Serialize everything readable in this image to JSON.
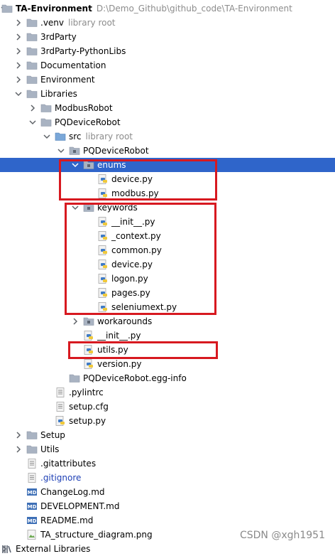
{
  "tree": [
    {
      "label": "TA-Environment",
      "hint": "D:\\Demo_Github\\github_code\\TA-Environment",
      "depth": 0,
      "icon": "folder-icon",
      "arrow": "down",
      "bold": true
    },
    {
      "label": ".venv",
      "hint": "library root",
      "depth": 1,
      "icon": "folder-icon",
      "arrow": "right"
    },
    {
      "label": "3rdParty",
      "depth": 1,
      "icon": "folder-icon",
      "arrow": "right"
    },
    {
      "label": "3rdParty-PythonLibs",
      "depth": 1,
      "icon": "folder-icon",
      "arrow": "right"
    },
    {
      "label": "Documentation",
      "depth": 1,
      "icon": "folder-icon",
      "arrow": "right"
    },
    {
      "label": "Environment",
      "depth": 1,
      "icon": "folder-icon",
      "arrow": "right"
    },
    {
      "label": "Libraries",
      "depth": 1,
      "icon": "folder-icon",
      "arrow": "down"
    },
    {
      "label": "ModbusRobot",
      "depth": 2,
      "icon": "folder-icon",
      "arrow": "right"
    },
    {
      "label": "PQDeviceRobot",
      "depth": 2,
      "icon": "folder-icon",
      "arrow": "down"
    },
    {
      "label": "src",
      "hint": "library root",
      "depth": 3,
      "icon": "source-folder-icon",
      "arrow": "down"
    },
    {
      "label": "PQDeviceRobot",
      "depth": 4,
      "icon": "package-icon",
      "arrow": "down"
    },
    {
      "label": "enums",
      "depth": 5,
      "icon": "package-icon",
      "arrow": "down",
      "selected": true
    },
    {
      "label": "device.py",
      "depth": 6,
      "icon": "python-file-icon"
    },
    {
      "label": "modbus.py",
      "depth": 6,
      "icon": "python-file-icon"
    },
    {
      "label": "keywords",
      "depth": 5,
      "icon": "package-icon",
      "arrow": "down"
    },
    {
      "label": "__init__.py",
      "depth": 6,
      "icon": "python-file-icon"
    },
    {
      "label": "_context.py",
      "depth": 6,
      "icon": "python-file-icon"
    },
    {
      "label": "common.py",
      "depth": 6,
      "icon": "python-file-icon"
    },
    {
      "label": "device.py",
      "depth": 6,
      "icon": "python-file-icon"
    },
    {
      "label": "logon.py",
      "depth": 6,
      "icon": "python-file-icon"
    },
    {
      "label": "pages.py",
      "depth": 6,
      "icon": "python-file-icon"
    },
    {
      "label": "seleniumext.py",
      "depth": 6,
      "icon": "python-file-icon"
    },
    {
      "label": "workarounds",
      "depth": 5,
      "icon": "package-icon",
      "arrow": "right"
    },
    {
      "label": "__init__.py",
      "depth": 5,
      "icon": "python-file-icon"
    },
    {
      "label": "utils.py",
      "depth": 5,
      "icon": "python-file-icon"
    },
    {
      "label": "version.py",
      "depth": 5,
      "icon": "python-file-icon"
    },
    {
      "label": "PQDeviceRobot.egg-info",
      "depth": 4,
      "icon": "folder-icon"
    },
    {
      "label": ".pylintrc",
      "depth": 3,
      "icon": "text-file-icon"
    },
    {
      "label": "setup.cfg",
      "depth": 3,
      "icon": "text-file-icon"
    },
    {
      "label": "setup.py",
      "depth": 3,
      "icon": "python-file-icon"
    },
    {
      "label": "Setup",
      "depth": 1,
      "icon": "folder-icon",
      "arrow": "right"
    },
    {
      "label": "Utils",
      "depth": 1,
      "icon": "folder-icon",
      "arrow": "right"
    },
    {
      "label": ".gitattributes",
      "depth": 1,
      "icon": "text-file-icon"
    },
    {
      "label": ".gitignore",
      "depth": 1,
      "icon": "text-file-icon",
      "blue": true
    },
    {
      "label": "ChangeLog.md",
      "depth": 1,
      "icon": "markdown-file-icon"
    },
    {
      "label": "DEVELOPMENT.md",
      "depth": 1,
      "icon": "markdown-file-icon"
    },
    {
      "label": "README.md",
      "depth": 1,
      "icon": "markdown-file-icon"
    },
    {
      "label": "TA_structure_diagram.png",
      "depth": 1,
      "icon": "image-file-icon"
    },
    {
      "label": "External Libraries",
      "depth": 0,
      "icon": "library-icon",
      "arrow": "right"
    }
  ],
  "highlights": [
    {
      "name": "highlight-enums-group"
    },
    {
      "name": "highlight-keywords-group"
    },
    {
      "name": "highlight-utils-file"
    }
  ],
  "watermark": "CSDN @xgh1951",
  "colors": {
    "selection": "#2f65ca",
    "highlight": "#d71920",
    "hint": "#8c8c8c",
    "folder": "#a9b3c2",
    "python": "#3f7bc6",
    "ignored": "#1d3fb5"
  }
}
